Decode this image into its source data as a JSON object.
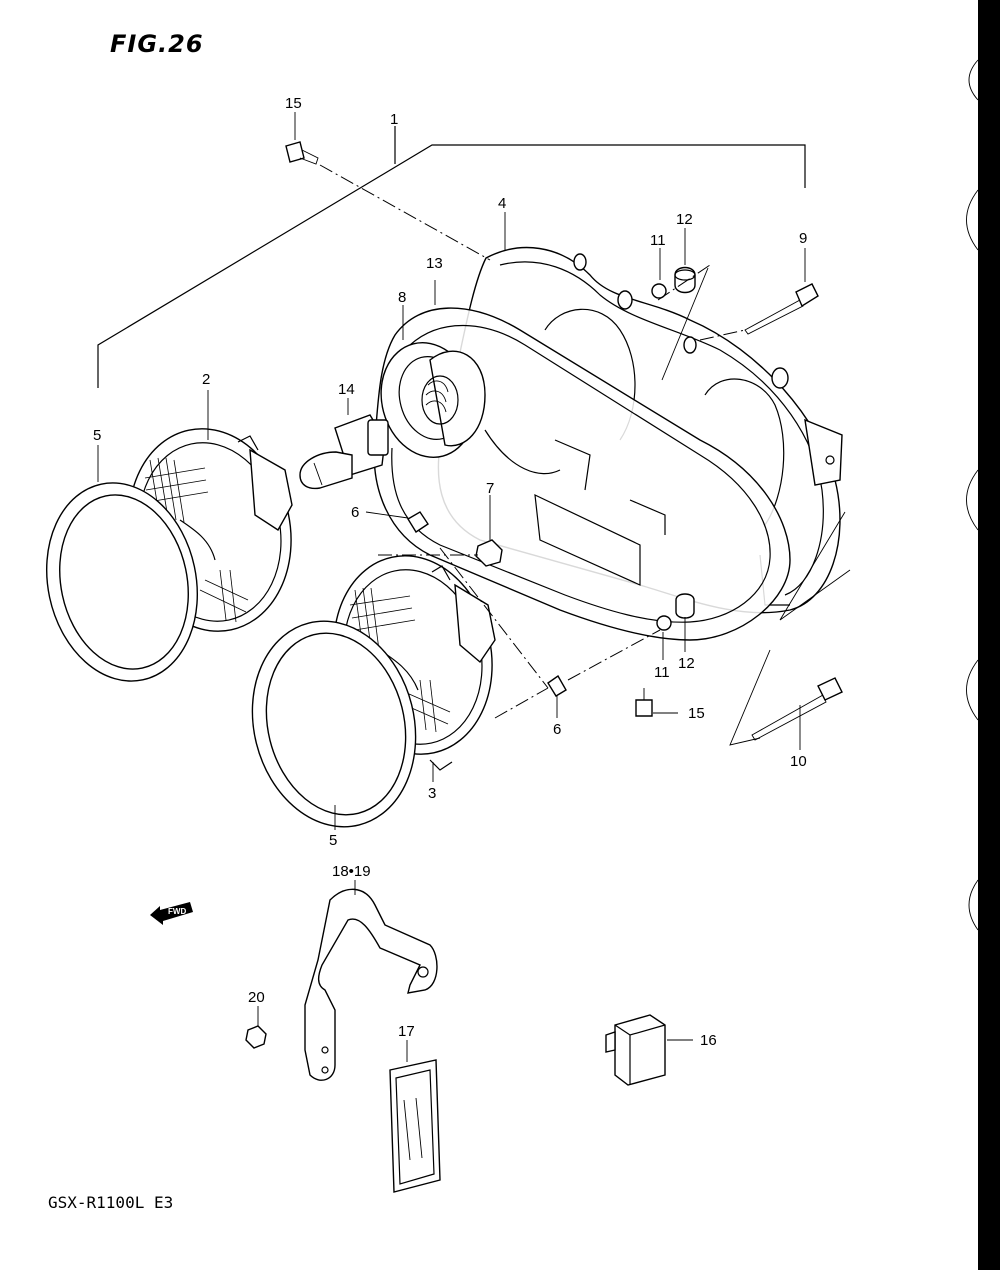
{
  "figure": {
    "title": "FIG.26",
    "model_code": "GSX-R1100L  E3"
  },
  "fwd_badge": "FWD",
  "callouts": [
    {
      "id": "c15a",
      "text": "15"
    },
    {
      "id": "c1",
      "text": "1"
    },
    {
      "id": "c4",
      "text": "4"
    },
    {
      "id": "c11a",
      "text": "11"
    },
    {
      "id": "c12a",
      "text": "12"
    },
    {
      "id": "c9",
      "text": "9"
    },
    {
      "id": "c13",
      "text": "13"
    },
    {
      "id": "c8",
      "text": "8"
    },
    {
      "id": "c2",
      "text": "2"
    },
    {
      "id": "c14",
      "text": "14"
    },
    {
      "id": "c5a",
      "text": "5"
    },
    {
      "id": "c6a",
      "text": "6"
    },
    {
      "id": "c7",
      "text": "7"
    },
    {
      "id": "c11b",
      "text": "11"
    },
    {
      "id": "c12b",
      "text": "12"
    },
    {
      "id": "c15b",
      "text": "15"
    },
    {
      "id": "c6b",
      "text": "6"
    },
    {
      "id": "c10",
      "text": "10"
    },
    {
      "id": "c3",
      "text": "3"
    },
    {
      "id": "c5b",
      "text": "5"
    },
    {
      "id": "c1819",
      "text": "18•19"
    },
    {
      "id": "c20",
      "text": "20"
    },
    {
      "id": "c17",
      "text": "17"
    },
    {
      "id": "c16",
      "text": "16"
    }
  ]
}
